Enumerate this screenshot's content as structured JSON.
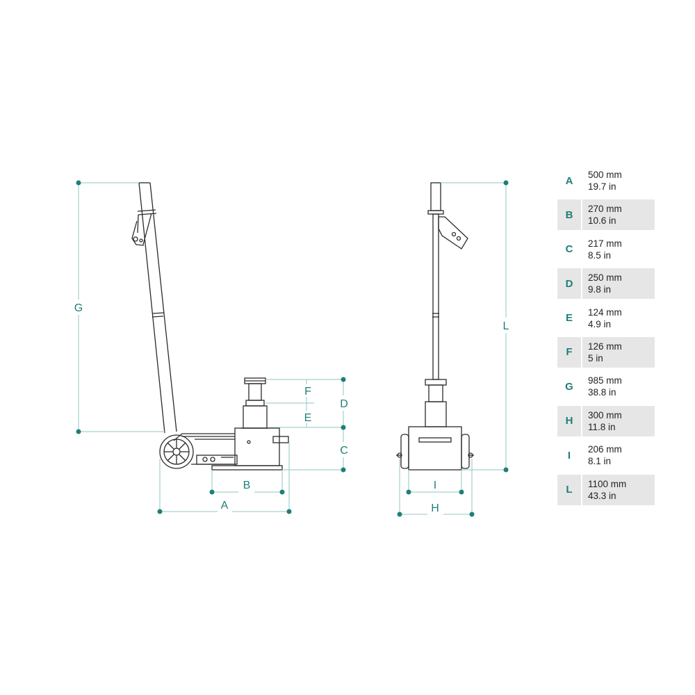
{
  "colors": {
    "accent": "#1f7f78",
    "line": "#2a2a2a",
    "dimension_line": "#8fc7c2",
    "row_shade": "#e6e6e6"
  },
  "side_view_labels": {
    "a": "A",
    "b": "B",
    "c": "C",
    "d": "D",
    "e": "E",
    "f": "F",
    "g": "G"
  },
  "front_view_labels": {
    "h": "H",
    "i": "I",
    "l": "L"
  },
  "dimensions": [
    {
      "letter": "A",
      "metric": "500 mm",
      "imperial": "19.7 in"
    },
    {
      "letter": "B",
      "metric": "270 mm",
      "imperial": "10.6 in"
    },
    {
      "letter": "C",
      "metric": "217 mm",
      "imperial": "8.5 in"
    },
    {
      "letter": "D",
      "metric": "250 mm",
      "imperial": "9.8 in"
    },
    {
      "letter": "E",
      "metric": "124 mm",
      "imperial": "4.9 in"
    },
    {
      "letter": "F",
      "metric": "126 mm",
      "imperial": "5 in"
    },
    {
      "letter": "G",
      "metric": "985 mm",
      "imperial": "38.8 in"
    },
    {
      "letter": "H",
      "metric": "300 mm",
      "imperial": "11.8 in"
    },
    {
      "letter": "I",
      "metric": "206 mm",
      "imperial": "8.1 in"
    },
    {
      "letter": "L",
      "metric": "1100 mm",
      "imperial": "43.3 in"
    }
  ]
}
